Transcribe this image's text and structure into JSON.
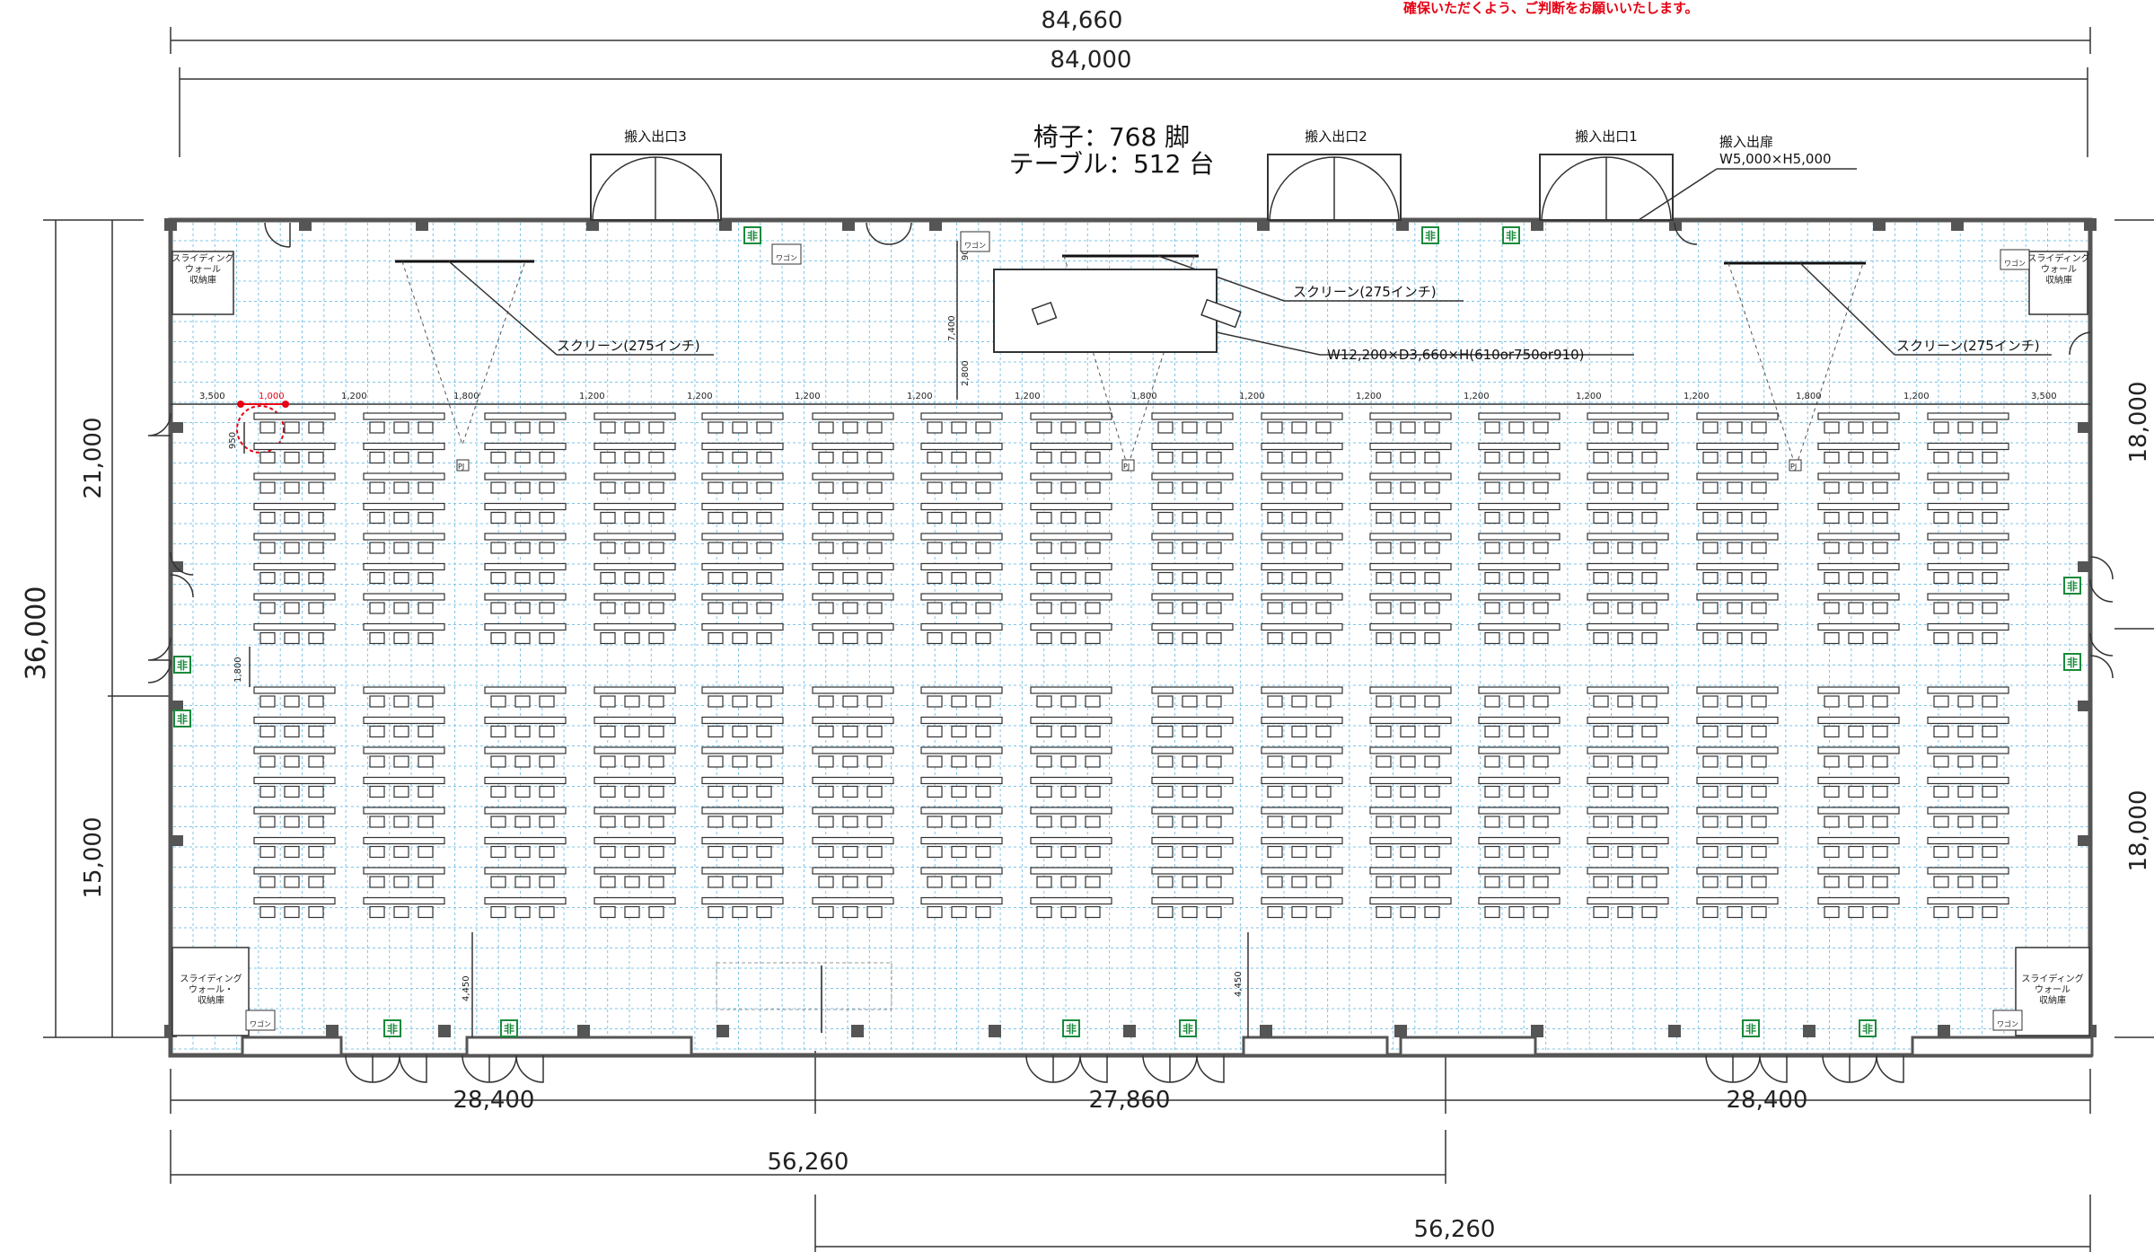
{
  "note": "確保いただくよう、ご判断をお願いいたします。",
  "note_color": "#e60012",
  "summary": {
    "chairs": "椅子：768 脚",
    "tables": "テーブル：512 台"
  },
  "dims": {
    "outer_width": "84,660",
    "inner_width": "84,000",
    "left_total": "36,000",
    "left_upper": "21,000",
    "left_lower": "15,000",
    "right_upper": "18,000",
    "right_lower": "18,000",
    "bottom_a": "28,400",
    "bottom_b": "27,860",
    "bottom_c": "28,400",
    "bottom_left_span": "56,260",
    "bottom_right_span": "56,260"
  },
  "doors": {
    "loading3": "搬入出口3",
    "loading2": "搬入出口2",
    "loading1": "搬入出口1",
    "loading_door": "搬入出扉",
    "loading_door_size": "W5,000×H5,000"
  },
  "screens": {
    "left": "スクリーン(275インチ)",
    "center": "スクリーン(275インチ)",
    "right": "スクリーン(275インチ)"
  },
  "stage": "W12,200×D3,660×H(610or750or910)",
  "storage": {
    "label1": "スライディング",
    "label2": "ウォール",
    "label3": "収納庫",
    "label2b": "ウォール・"
  },
  "wagon": "ワゴン",
  "exit_mark": "非",
  "pj": "PJ",
  "spacing": {
    "edge": "3,500",
    "chair_gap": "1,000",
    "aisle": "1,200",
    "center_aisle": "1,800",
    "depth": "950",
    "mid_aisle": "1,800",
    "back_gap": "4,450",
    "stage_offset_top": "900",
    "stage_len": "7,400",
    "stage_offset": "2,800"
  },
  "colors": {
    "grid": "#7fc4e8",
    "wall": "#555555",
    "exit": "#1a8a3c",
    "accent": "#e60012",
    "column": "#555555"
  }
}
